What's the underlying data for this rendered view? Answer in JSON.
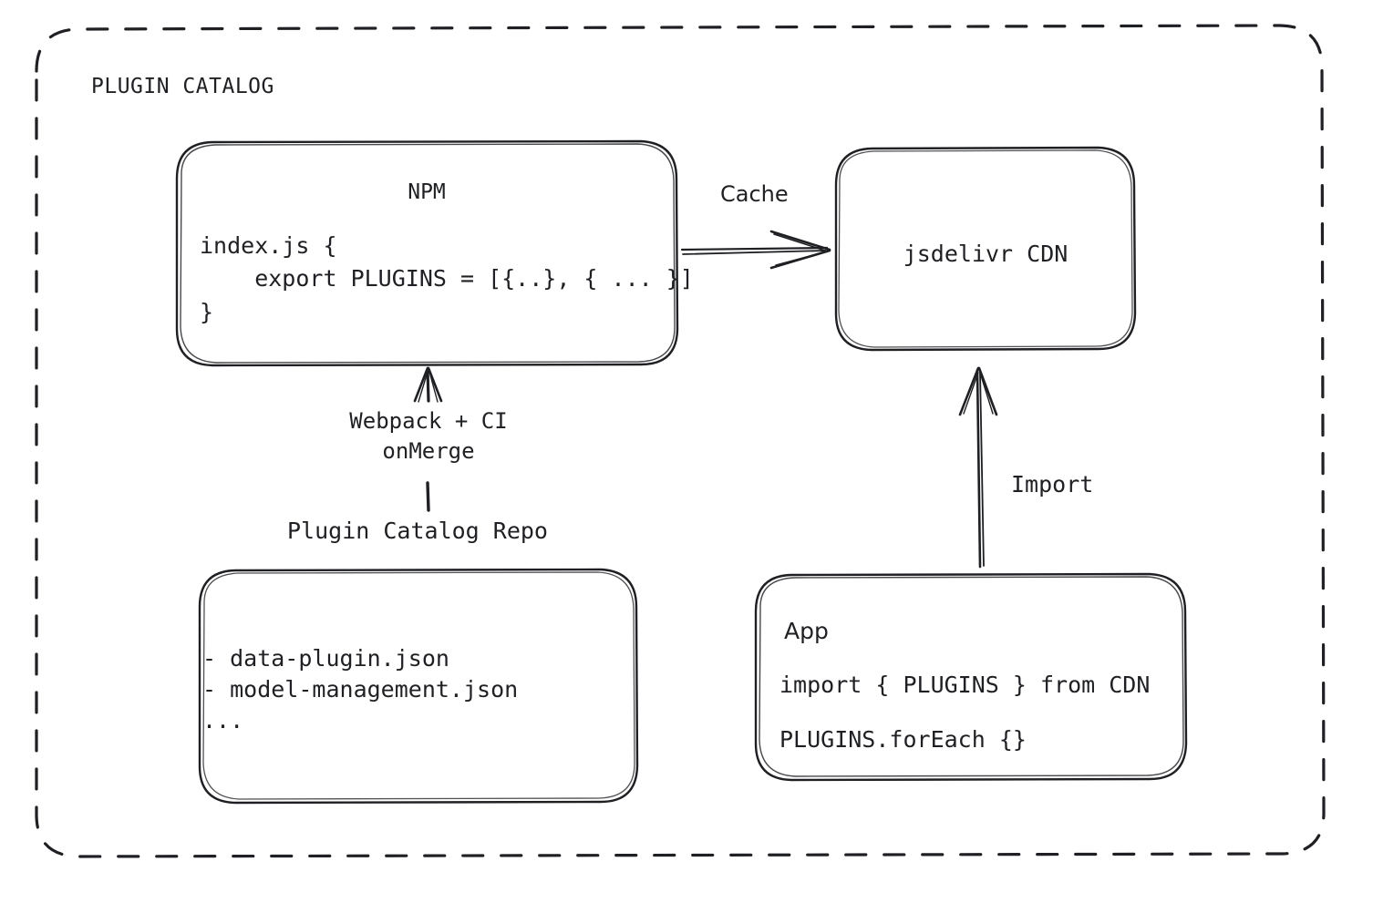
{
  "diagram": {
    "title": "PLUGIN CATALOG",
    "background_color": "#ffffff",
    "stroke_color": "#1f2023",
    "style": "hand-drawn"
  },
  "nodes": {
    "npm": {
      "title": "NPM",
      "code": "index.js {\n    export PLUGINS = [{..}, { ... }]\n}"
    },
    "cdn": {
      "title": "jsdelivr CDN"
    },
    "repo": {
      "label": "Plugin Catalog Repo",
      "files": "- data-plugin.json\n- model-management.json\n..."
    },
    "app": {
      "title": "App",
      "line1": "import { PLUGINS } from CDN",
      "line2": "PLUGINS.forEach {}"
    }
  },
  "edges": {
    "cache": {
      "label": "Cache",
      "from": "npm",
      "to": "cdn"
    },
    "webpack": {
      "label": "Webpack + CI\nonMerge",
      "from": "repo",
      "to": "npm"
    },
    "import": {
      "label": "Import",
      "from": "app",
      "to": "cdn"
    }
  }
}
